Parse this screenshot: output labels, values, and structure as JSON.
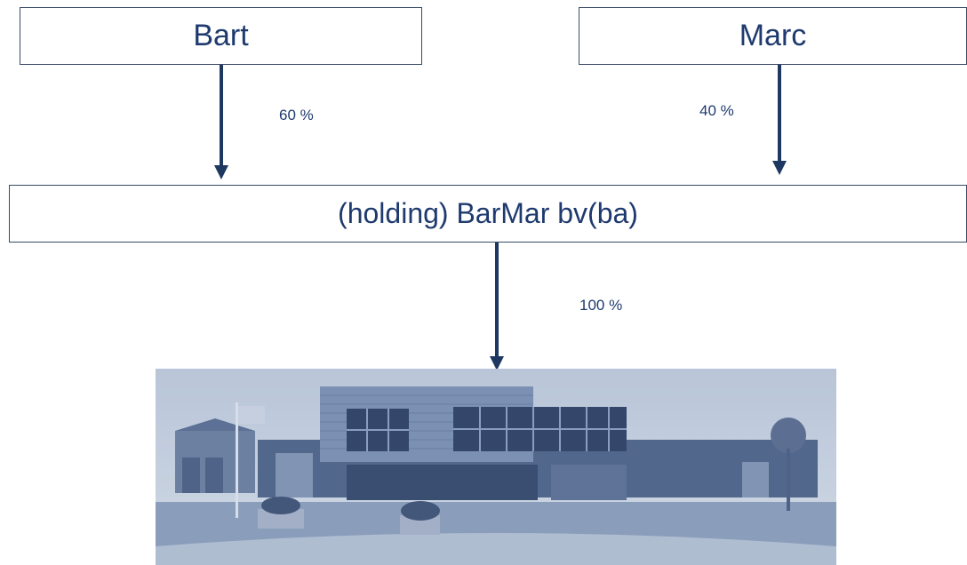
{
  "owners": [
    {
      "name": "Bart",
      "share": "60 %"
    },
    {
      "name": "Marc",
      "share": "40 %"
    }
  ],
  "holding": {
    "name": "(holding) BarMar bv(ba)",
    "share": "100 %"
  },
  "colors": {
    "text": "#1e3a6e",
    "arrow": "#1f3862",
    "photo_tint": "#6c82a8"
  },
  "photo": {
    "icon": "building-photo"
  }
}
